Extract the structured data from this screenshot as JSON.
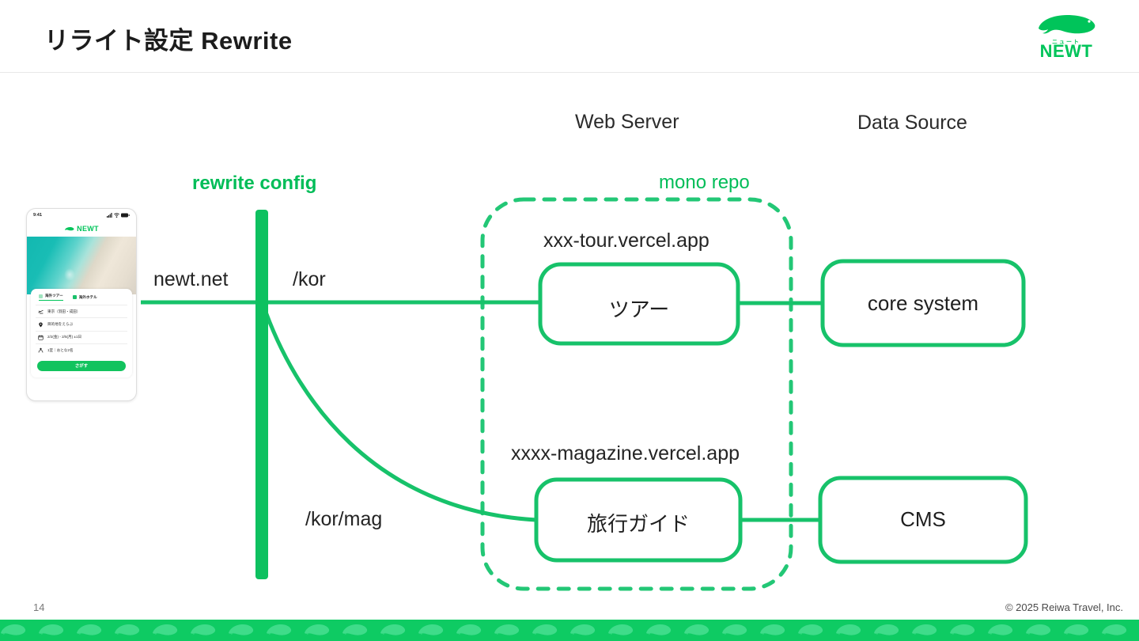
{
  "header": {
    "title": "リライト設定 Rewrite",
    "logo": {
      "kana": "ニュート",
      "text": "NEWT",
      "icon": "newt-logo-icon"
    }
  },
  "columns": {
    "web_server": "Web Server",
    "data_source": "Data Source"
  },
  "labels": {
    "rewrite_config": "rewrite config",
    "mono_repo": "mono repo",
    "domain": "newt.net",
    "path_tour": "/kor",
    "path_magazine": "/kor/mag",
    "tour_app_host": "xxx-tour.vercel.app",
    "magazine_app_host": "xxxx-magazine.vercel.app"
  },
  "nodes": {
    "tour": "ツアー",
    "guide": "旅行ガイド",
    "core_system": "core system",
    "cms": "CMS"
  },
  "phone": {
    "status_time": "9:41",
    "status_icons": [
      "signal-icon",
      "wifi-icon",
      "battery-icon"
    ],
    "app_name": "NEWT",
    "tabs": [
      {
        "label": "海外ツアー",
        "active": true,
        "icon": "tour-tab-icon"
      },
      {
        "label": "海外ホテル",
        "active": false,
        "icon": "hotel-tab-icon"
      }
    ],
    "rows": [
      {
        "icon": "plane-icon",
        "text": "東京（羽田・成田）"
      },
      {
        "icon": "pin-icon",
        "text": "目的地をえらぶ"
      },
      {
        "icon": "calendar-icon",
        "text": "2/2(金) - 2/5(月) ±1日"
      },
      {
        "icon": "person-icon",
        "text": "1室｜おとな2名"
      }
    ],
    "search_button": "さがす"
  },
  "footer": {
    "page_number": "14",
    "copyright": "© 2025 Reiwa Travel, Inc."
  },
  "colors": {
    "brand_green": "#00c45a",
    "line_green": "#17c26a",
    "dashed_green": "#23c776",
    "footer_bar": "#0ecb63",
    "text_dark": "#1f1f1f"
  }
}
